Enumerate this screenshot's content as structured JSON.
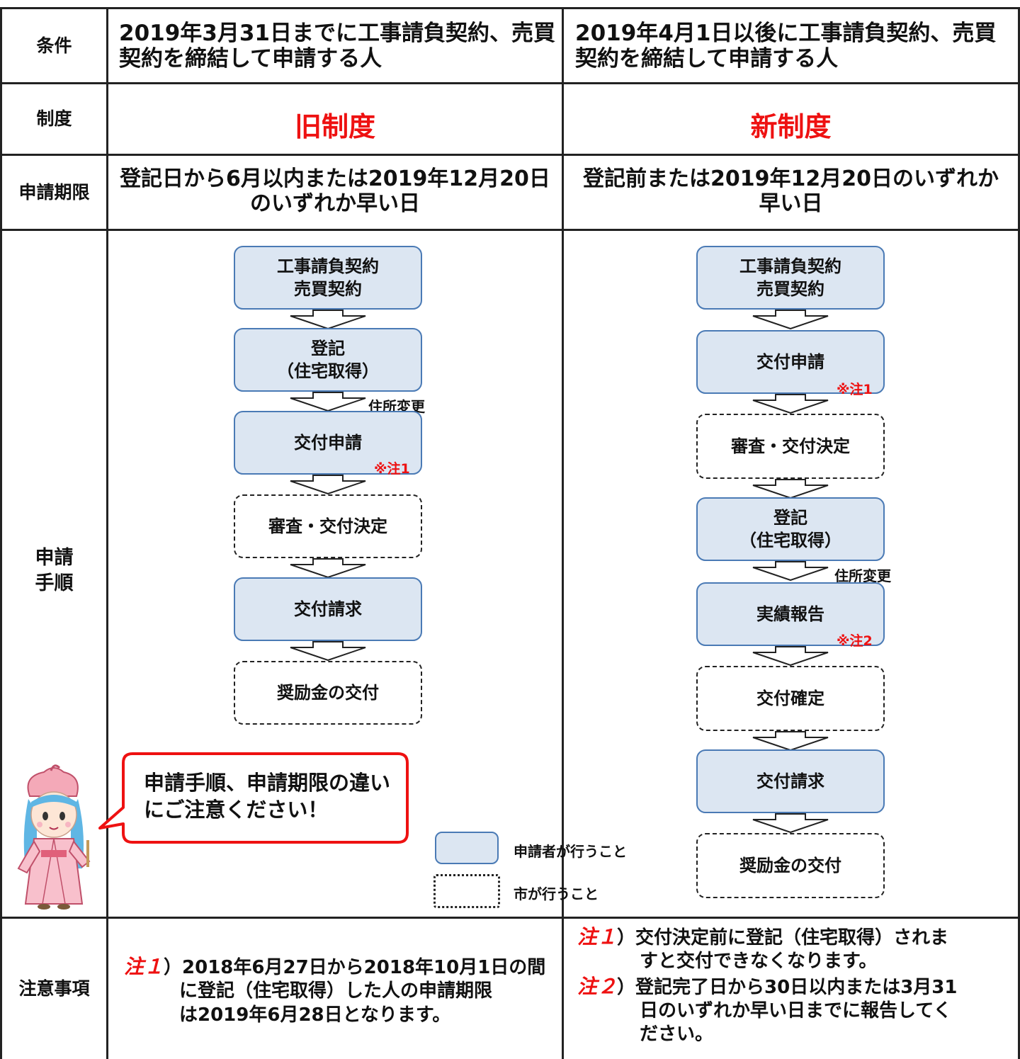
{
  "rows": {
    "condition": "条件",
    "system": "制度",
    "deadline": "申請期限",
    "procedure_1": "申請",
    "procedure_2": "手順",
    "notes": "注意事項"
  },
  "old": {
    "condition_1": "2019年3月31日までに工事請負契約、売買",
    "condition_2": "契約を締結して申請する人",
    "system": "旧制度",
    "deadline_1": "登記日から6月以内または2019年12月20日",
    "deadline_2": "のいずれか早い日",
    "steps": {
      "contract_1": "工事請負契約",
      "contract_2": "売買契約",
      "register_1": "登記",
      "register_2": "（住宅取得）",
      "apply": "交付申請",
      "review": "審査・交付決定",
      "claim": "交付請求",
      "grant": "奨励金の交付"
    },
    "tag_note1": "※注1",
    "address_change": "住所変更",
    "note_label": "注１",
    "note_paren": "）",
    "note_1": "2018年6月27日から2018年10月1日の間",
    "note_2": "に登記（住宅取得）した人の申請期限",
    "note_3": "は2019年6月28日となります。"
  },
  "new": {
    "condition_1": "2019年4月1日以後に工事請負契約、売買",
    "condition_2": "契約を締結して申請する人",
    "system": "新制度",
    "deadline_1": "登記前または2019年12月20日のいずれか",
    "deadline_2": "早い日",
    "steps": {
      "contract_1": "工事請負契約",
      "contract_2": "売買契約",
      "apply": "交付申請",
      "review": "審査・交付決定",
      "register_1": "登記",
      "register_2": "（住宅取得）",
      "report": "実績報告",
      "confirm": "交付確定",
      "claim": "交付請求",
      "grant": "奨励金の交付"
    },
    "tag_note1": "※注1",
    "tag_note2": "※注2",
    "address_change": "住所変更",
    "note1_label": "注１",
    "note1_paren": "）",
    "note1_1": "交付決定前に登記（住宅取得）されま",
    "note1_2": "すと交付できなくなります。",
    "note2_label": "注２",
    "note2_paren": "）",
    "note2_1": "登記完了日から30日以内または3月31",
    "note2_2": "日のいずれか早い日までに報告してく",
    "note2_3": "ださい。"
  },
  "bubble": {
    "line_1": "申請手順、申請期限の違い",
    "line_2": "にご注意ください！"
  },
  "legend": {
    "applicant": "申請者が行うこと",
    "city": "市が行うこと"
  },
  "colors": {
    "emphasis": "#ee1111",
    "applicant_fill": "#dce6f2",
    "applicant_border": "#4a7ab5"
  }
}
